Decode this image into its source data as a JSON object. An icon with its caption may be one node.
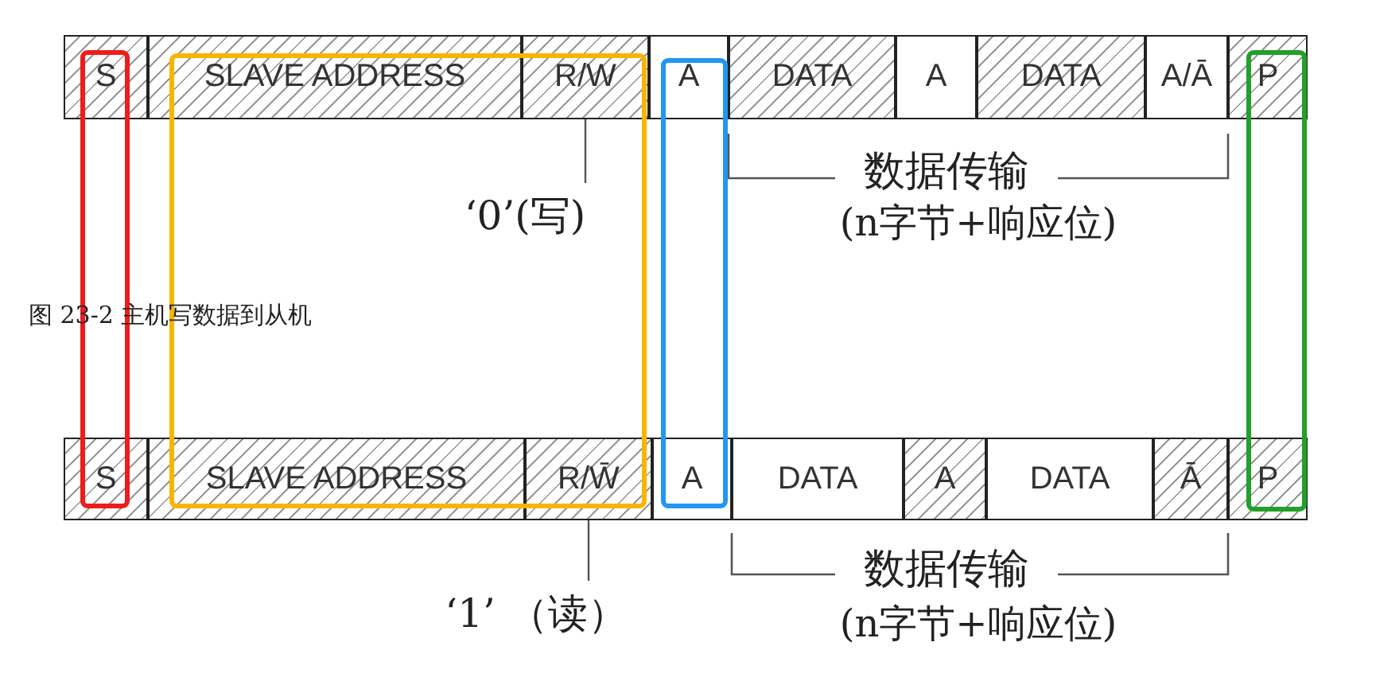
{
  "diagram": {
    "caption": "图 23-2 主机写数据到从机",
    "nodes": [
      {
        "text": [
          "S"
        ]
      },
      {
        "text": [
          "SLAVE ADDRESS"
        ]
      },
      {
        "text": [
          "R/W"
        ]
      },
      {
        "text": [
          "A"
        ]
      },
      {
        "text": [
          "DATA"
        ]
      },
      {
        "text": [
          "A"
        ]
      },
      {
        "text": [
          "DATA"
        ]
      },
      {
        "text": [
          "A/Ā"
        ]
      },
      {
        "text": [
          "P"
        ]
      },
      {
        "text": [
          "‘0’(写)"
        ]
      },
      {
        "text": [
          "S"
        ]
      },
      {
        "text": [
          "SLAVE ADDRESS"
        ]
      },
      {
        "text": [
          "R/W̄"
        ]
      },
      {
        "text": [
          "A"
        ]
      },
      {
        "text": [
          "DATA"
        ]
      },
      {
        "text": [
          "A"
        ]
      },
      {
        "text": [
          "DATA"
        ]
      },
      {
        "text": [
          "Ā"
        ]
      },
      {
        "text": [
          "P"
        ]
      },
      {
        "text": [
          "‘1’ （读）"
        ]
      }
    ],
    "edges": [
      {
        "from": 9,
        "to": 2,
        "arrow": "none"
      },
      {
        "from": 19,
        "to": 12,
        "arrow": "none"
      }
    ],
    "labels": [
      "数据传输",
      "(n字节+响应位)",
      "数据传输",
      "(n字节+响应位)"
    ]
  }
}
